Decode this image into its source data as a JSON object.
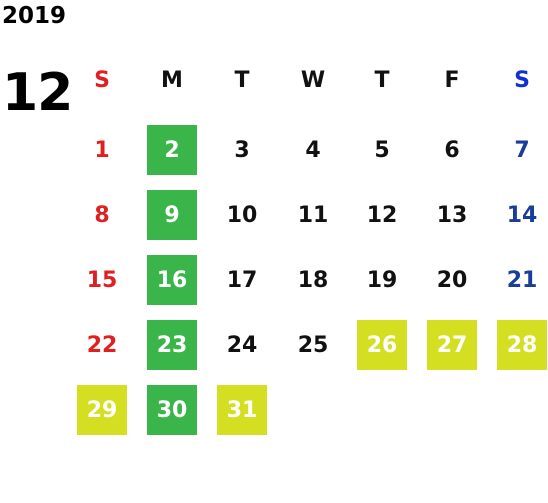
{
  "year": "2019",
  "month": "12",
  "weekdays": [
    "S",
    "M",
    "T",
    "W",
    "T",
    "F",
    "S"
  ],
  "colors": {
    "sunday": "#e02020",
    "saturday": "#1a3d9a",
    "saturday_header": "#1030d0",
    "green_highlight": "#3ab54a",
    "yellow_highlight": "#d4df22"
  },
  "weeks": [
    [
      {
        "day": "1",
        "style": "sun"
      },
      {
        "day": "2",
        "style": "green"
      },
      {
        "day": "3",
        "style": ""
      },
      {
        "day": "4",
        "style": ""
      },
      {
        "day": "5",
        "style": ""
      },
      {
        "day": "6",
        "style": ""
      },
      {
        "day": "7",
        "style": "sat"
      }
    ],
    [
      {
        "day": "8",
        "style": "sun"
      },
      {
        "day": "9",
        "style": "green"
      },
      {
        "day": "10",
        "style": ""
      },
      {
        "day": "11",
        "style": ""
      },
      {
        "day": "12",
        "style": ""
      },
      {
        "day": "13",
        "style": ""
      },
      {
        "day": "14",
        "style": "sat"
      }
    ],
    [
      {
        "day": "15",
        "style": "sun"
      },
      {
        "day": "16",
        "style": "green"
      },
      {
        "day": "17",
        "style": ""
      },
      {
        "day": "18",
        "style": ""
      },
      {
        "day": "19",
        "style": ""
      },
      {
        "day": "20",
        "style": ""
      },
      {
        "day": "21",
        "style": "sat"
      }
    ],
    [
      {
        "day": "22",
        "style": "sun"
      },
      {
        "day": "23",
        "style": "green"
      },
      {
        "day": "24",
        "style": ""
      },
      {
        "day": "25",
        "style": ""
      },
      {
        "day": "26",
        "style": "yellow"
      },
      {
        "day": "27",
        "style": "yellow"
      },
      {
        "day": "28",
        "style": "yellow"
      }
    ],
    [
      {
        "day": "29",
        "style": "yellow"
      },
      {
        "day": "30",
        "style": "green"
      },
      {
        "day": "31",
        "style": "yellow"
      }
    ]
  ]
}
